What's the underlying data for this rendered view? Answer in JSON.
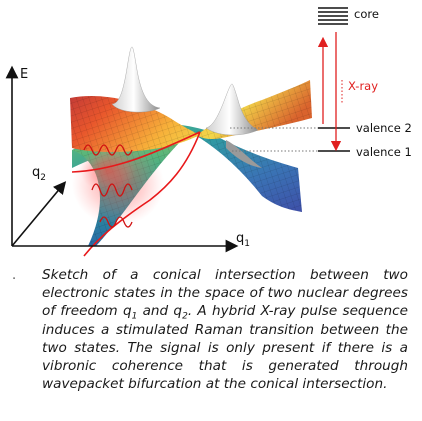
{
  "figure": {
    "axis_energy": "E",
    "axis_q1": "q",
    "axis_q1_sub": "1",
    "axis_q2": "q",
    "axis_q2_sub": "2",
    "level_core": "core",
    "level_xray": "X-ray",
    "level_valence2": "valence 2",
    "level_valence1": "valence 1",
    "colors": {
      "xray_arrow": "#e02020",
      "pulse": "#e8181a",
      "upper_surface": "#e8652f",
      "lower_surface": "#3a9aa6"
    }
  },
  "caption": {
    "bullet": "·",
    "part1": "Sketch of a conical intersection between two electronic states in the space of two nuclear degrees of freedom q",
    "sub1": "1",
    "part2": " and q",
    "sub2": "2",
    "part3": ". A hybrid X-ray pulse sequence induces a stimulated Raman transition between the two states. The signal is only present if there is a vibronic coherence that is generated through wavepacket bifurcation at the conical intersection."
  }
}
